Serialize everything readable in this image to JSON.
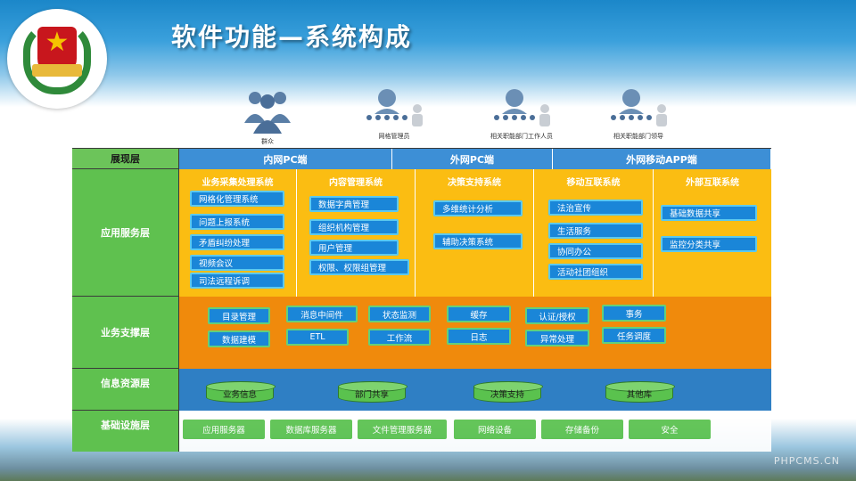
{
  "page": {
    "title": "软件功能—系统构成",
    "watermark": "PHPCMS.CN"
  },
  "personas": [
    {
      "label": "群众"
    },
    {
      "label": "网格管理员"
    },
    {
      "label": "相关职能部门工作人员"
    },
    {
      "label": "相关职能部门领导"
    }
  ],
  "layers": {
    "display": "展现层",
    "application": "应用服务层",
    "support": "业务支撑层",
    "information": "信息资源层",
    "infrastructure": "基础设施层"
  },
  "display_cells": [
    "内网PC端",
    "外网PC端",
    "外网移动APP端"
  ],
  "app_columns": [
    {
      "title": "业务采集处理系统",
      "items": [
        "网格化管理系统",
        "问题上报系统",
        "矛盾纠纷处理",
        "视频会议",
        "司法远程诉调"
      ]
    },
    {
      "title": "内容管理系统",
      "items": [
        "数据字典管理",
        "组织机构管理",
        "用户管理",
        "权限、权限组管理"
      ]
    },
    {
      "title": "决策支持系统",
      "items": [
        "多维统计分析",
        "辅助决策系统"
      ]
    },
    {
      "title": "移动互联系统",
      "items": [
        "法治宣传",
        "生活服务",
        "协同办公",
        "活动社团组织"
      ]
    },
    {
      "title": "外部互联系统",
      "items": [
        "基础数据共享",
        "监控分类共享"
      ]
    }
  ],
  "support_items": [
    "目录管理",
    "数据建模",
    "消息中间件",
    "ETL",
    "状态监测",
    "工作流",
    "缓存",
    "日志",
    "认证/授权",
    "异常处理",
    "事务",
    "任务调度"
  ],
  "info_items": [
    "业务信息",
    "部门共享",
    "决策支持",
    "其他库"
  ],
  "base_items": [
    "应用服务器",
    "数据库服务器",
    "文件管理服务器",
    "网络设备",
    "存储备份",
    "安全"
  ],
  "colors": {
    "display_blue": "#3d8fd6",
    "app_yellow": "#fbbd12",
    "support_orange": "#f08a0c",
    "info_blue": "#2f7fc4",
    "label_green": "#5fc14f",
    "item_blue": "#1a86d8"
  }
}
